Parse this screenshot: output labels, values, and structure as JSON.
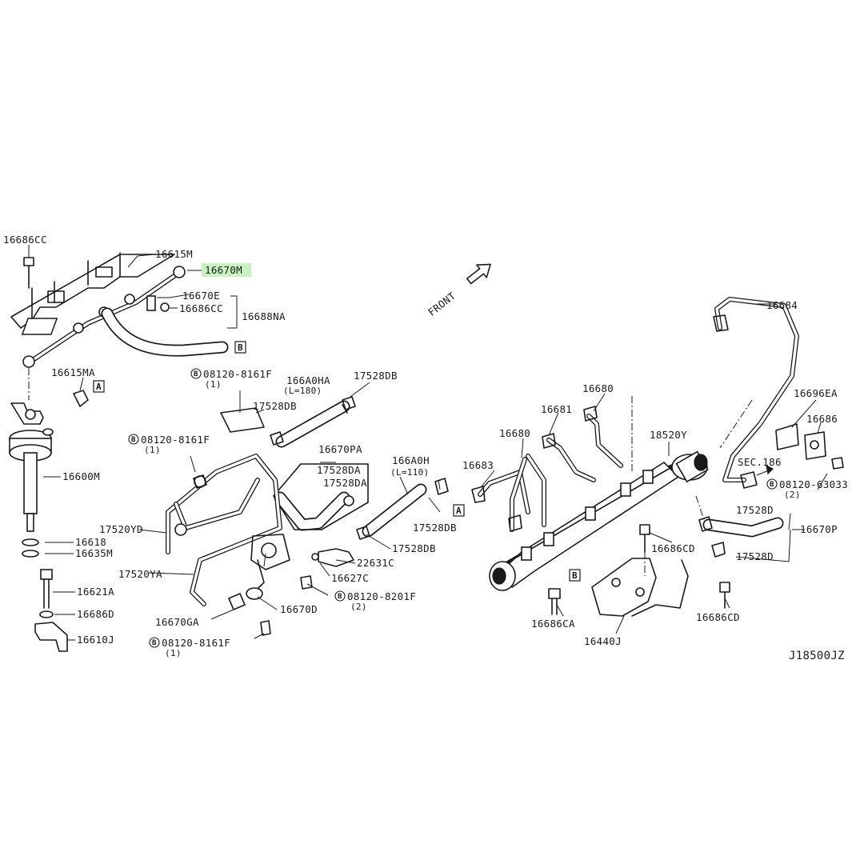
{
  "diagram_code": "J18500JZ",
  "front_label": "FRONT",
  "parts": {
    "p16686CC_top": "16686CC",
    "p16615M": "16615M",
    "p16670M": "16670M",
    "p16670E": "16670E",
    "p16686CC_mid": "16686CC",
    "p16688NA": "16688NA",
    "p16615MA": "16615MA",
    "p16600M": "16600M",
    "p16618": "16618",
    "p16635M": "16635M",
    "p16621A": "16621A",
    "p16686D": "16686D",
    "p16610J": "16610J",
    "bolt_top": "08120-8161F",
    "bolt_top_qty": "(1)",
    "bolt_left": "08120-8161F",
    "bolt_left_qty": "(1)",
    "bolt_bottom": "08120-8161F",
    "bolt_bottom_qty": "(1)",
    "bolt_mid": "08120-8201F",
    "bolt_mid_qty": "(2)",
    "bolt_right": "08120-63033",
    "bolt_right_qty": "(2)",
    "p166A0HA": "166A0HA",
    "p166A0HA_len": "(L=180)",
    "p17528DB_a": "17528DB",
    "p17528DB_b": "17528DB",
    "p16670PA": "16670PA",
    "p17528DA_a": "17528DA",
    "p17528DA_b": "17528DA",
    "p166A0H": "166A0H",
    "p166A0H_len": "(L=110)",
    "p17528DB_c": "17528DB",
    "p17528DB_d": "17528DB",
    "p17520YD": "17520YD",
    "p17520YA": "17520YA",
    "p22631C": "22631C",
    "p16627C": "16627C",
    "p16670GA": "16670GA",
    "p16670D": "16670D",
    "p16684": "16684",
    "p16680_a": "16680",
    "p16681": "16681",
    "p16680_b": "16680",
    "p16683": "16683",
    "p18520Y": "18520Y",
    "p16696EA": "16696EA",
    "p16686": "16686",
    "sec186": "SEC.186",
    "p17528D_a": "17528D",
    "p16670P": "16670P",
    "p17528D_b": "17528D",
    "p16686CD_a": "16686CD",
    "p16686CD_b": "16686CD",
    "p16686CA": "16686CA",
    "p16440J": "16440J"
  },
  "tags": {
    "a": "A",
    "b": "B",
    "bolt": "B"
  },
  "highlight_color": "#c9f2c2"
}
